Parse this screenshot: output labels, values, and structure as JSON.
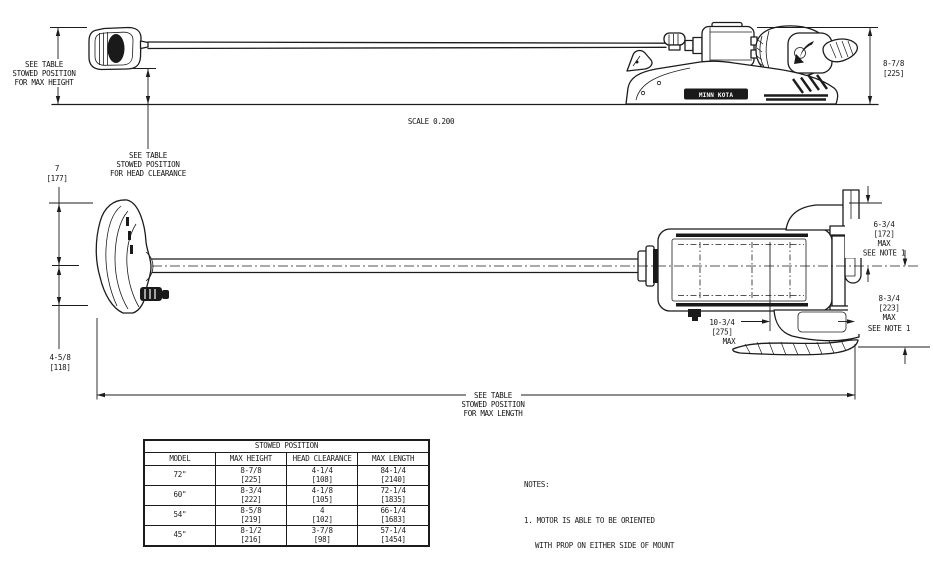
{
  "top_view": {
    "scale_label": "SCALE 0.200",
    "brand_label": "MINN KOTA",
    "max_height_note": {
      "line1": "SEE TABLE",
      "line2": "STOWED POSITION",
      "line3": "FOR MAX HEIGHT"
    },
    "head_clearance_note": {
      "line1": "SEE TABLE",
      "line2": "STOWED POSITION",
      "line3": "FOR HEAD CLEARANCE"
    },
    "height_dim": {
      "inches": "8-7/8",
      "mm": "[225]"
    }
  },
  "plan_view": {
    "head_top_dim": {
      "inches": "7",
      "mm": "[177]"
    },
    "head_bottom_dim": {
      "inches": "4-5/8",
      "mm": "[118]"
    },
    "mount_top_dim": {
      "inches": "6-3/4",
      "mm": "[172]",
      "max_label": "MAX",
      "note_ref": "SEE NOTE 1"
    },
    "mount_bottom_dim": {
      "inches": "8-3/4",
      "mm": "[223]",
      "max_label": "MAX",
      "note_ref": "SEE NOTE 1"
    },
    "prop_dim": {
      "inches": "10-3/4",
      "mm": "[275]",
      "max_label": "MAX"
    },
    "max_length_note": {
      "line1": "SEE TABLE",
      "line2": "STOWED POSITION",
      "line3": "FOR MAX LENGTH"
    }
  },
  "table": {
    "title": "STOWED POSITION",
    "headers": [
      "MODEL",
      "MAX HEIGHT",
      "HEAD CLEARANCE",
      "MAX LENGTH"
    ],
    "rows": [
      {
        "model": "72\"",
        "max_height_in": "8-7/8",
        "max_height_mm": "[225]",
        "head_clearance_in": "4-1/4",
        "head_clearance_mm": "[108]",
        "max_length_in": "84-1/4",
        "max_length_mm": "[2140]"
      },
      {
        "model": "60\"",
        "max_height_in": "8-3/4",
        "max_height_mm": "[222]",
        "head_clearance_in": "4-1/8",
        "head_clearance_mm": "[105]",
        "max_length_in": "72-1/4",
        "max_length_mm": "[1835]"
      },
      {
        "model": "54\"",
        "max_height_in": "8-5/8",
        "max_height_mm": "[219]",
        "head_clearance_in": "4",
        "head_clearance_mm": "[102]",
        "max_length_in": "66-1/4",
        "max_length_mm": "[1683]"
      },
      {
        "model": "45\"",
        "max_height_in": "8-1/2",
        "max_height_mm": "[216]",
        "head_clearance_in": "3-7/8",
        "head_clearance_mm": "[98]",
        "max_length_in": "57-1/4",
        "max_length_mm": "[1454]"
      }
    ]
  },
  "notes": {
    "heading": "NOTES:",
    "note1_line1": "1. MOTOR IS ABLE TO BE ORIENTED",
    "note1_line2": "WITH PROP ON EITHER SIDE OF MOUNT"
  },
  "colors": {
    "line": "#1c1c1c",
    "background": "#ffffff"
  }
}
